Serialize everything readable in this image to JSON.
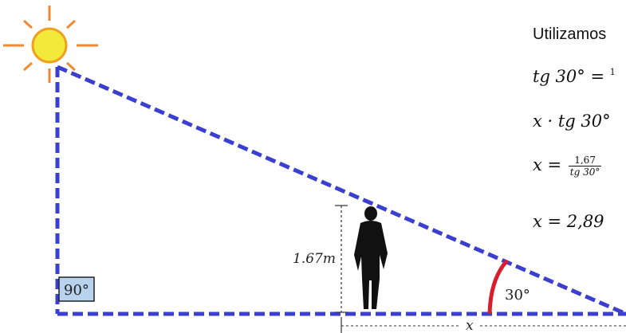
{
  "labels": {
    "person_height": "1.67m",
    "right_angle": "90°",
    "angle": "30°",
    "shadow": "x"
  },
  "solution": {
    "intro": "Utilizamos",
    "eq1_lhs": "tg 30° = ",
    "eq1_cut": "1",
    "eq2": "x · tg 30°",
    "eq3_lhs": "x = ",
    "eq3_num": "1,67",
    "eq3_den": "tg 30°",
    "eq4": "x = 2,89"
  },
  "colors": {
    "triangle": "#3b3fcf",
    "sun_fill": "#f2e93a",
    "sun_stroke": "#f0a020",
    "sun_rays": "#f08a30",
    "angle_arc": "#d81e2c",
    "right_angle_box": "#b9d3ee"
  },
  "icons": [
    "sun-icon",
    "person-silhouette-icon"
  ]
}
